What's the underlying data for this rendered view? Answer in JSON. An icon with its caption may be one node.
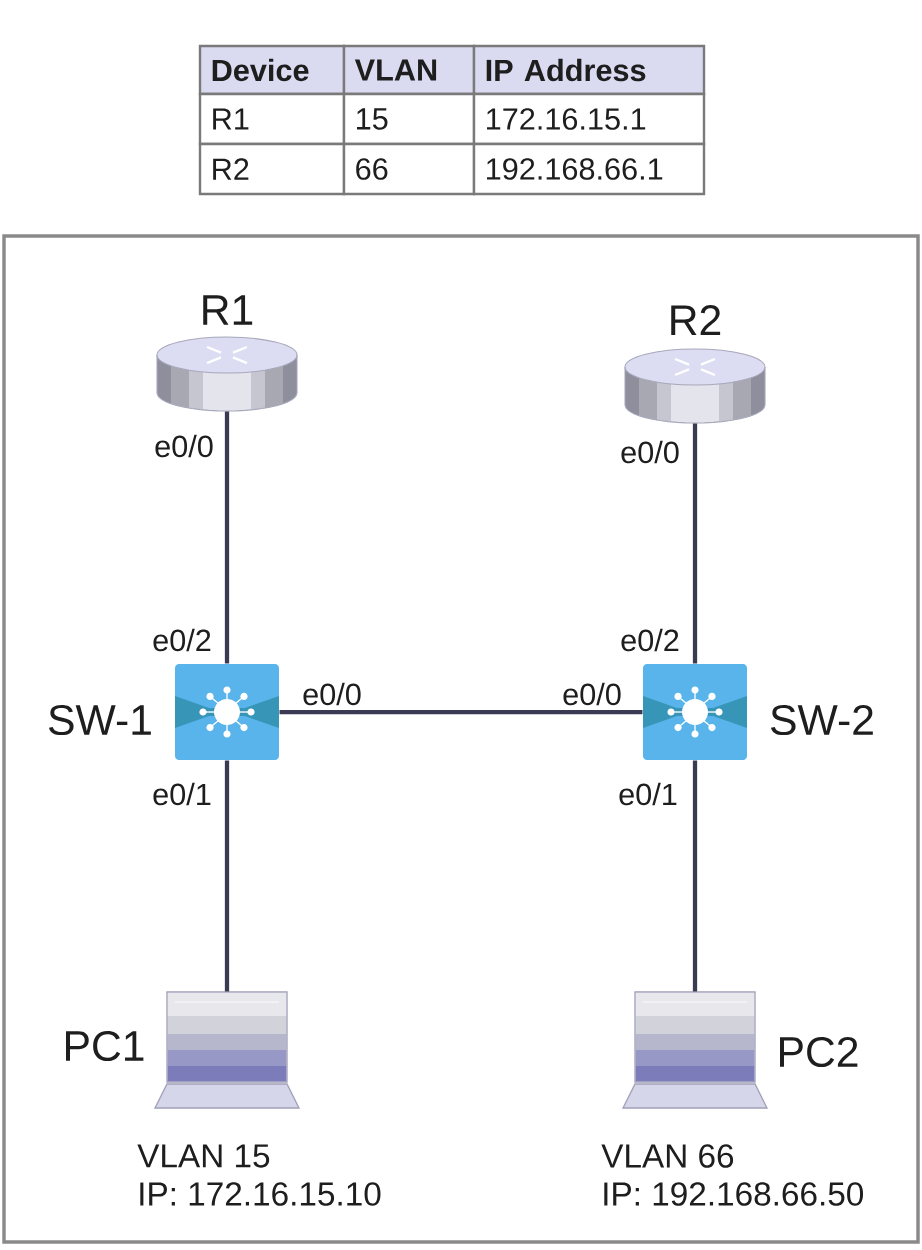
{
  "diagram": {
    "nodes": [
      {
        "text": [
          "R1"
        ]
      },
      {
        "text": [
          "R2"
        ]
      },
      {
        "text": [
          "SW-1"
        ]
      },
      {
        "text": [
          "SW-2"
        ]
      },
      {
        "text": [
          "PC1"
        ],
        "beside": [
          "VLAN 15",
          "IP: 172.16.15.10"
        ]
      },
      {
        "text": [
          "PC2"
        ],
        "beside": [
          "VLAN 66",
          "IP: 192.168.66.50"
        ]
      }
    ],
    "edges": [
      {
        "from": 0,
        "to": 2,
        "arrow": "none"
      },
      {
        "from": 1,
        "to": 3,
        "arrow": "none"
      },
      {
        "from": 2,
        "to": 3,
        "arrow": "none"
      },
      {
        "from": 2,
        "to": 4,
        "arrow": "none"
      },
      {
        "from": 3,
        "to": 5,
        "arrow": "none"
      }
    ],
    "labels": [
      "Device",
      "VLAN",
      "IP Address",
      "R1",
      "15",
      "172.16.15.1",
      "R2",
      "66",
      "192.168.66.1",
      "e0/0",
      "e0/0",
      "e0/2",
      "e0/2",
      "e0/0",
      "e0/0",
      "e0/1",
      "e0/1"
    ]
  }
}
